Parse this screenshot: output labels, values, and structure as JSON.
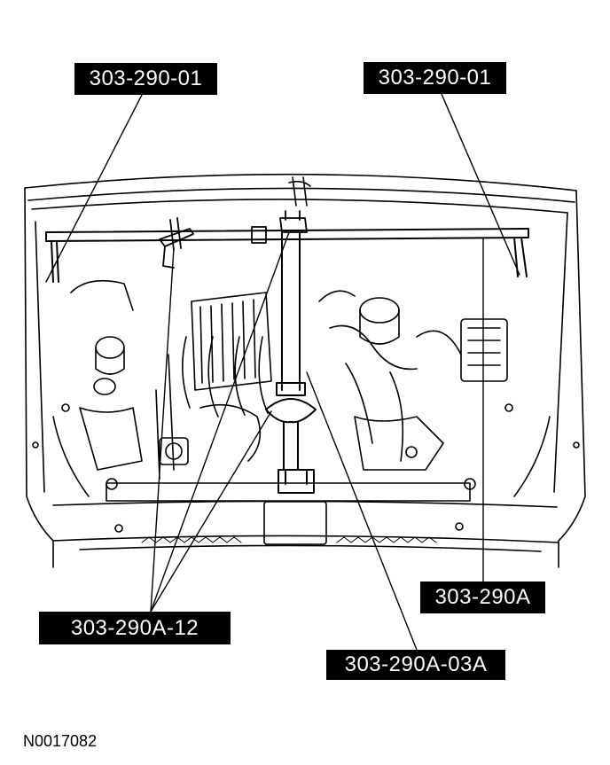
{
  "callouts": {
    "tool_left": "303-290-01",
    "tool_right": "303-290-01",
    "bar": "303-290A",
    "brackets": "303-290A-12",
    "center_arm": "303-290A-03A"
  },
  "figure_id": "N0017082",
  "colors": {
    "line": "#000000",
    "label_bg": "#000000",
    "label_text": "#ffffff",
    "background": "#ffffff"
  }
}
